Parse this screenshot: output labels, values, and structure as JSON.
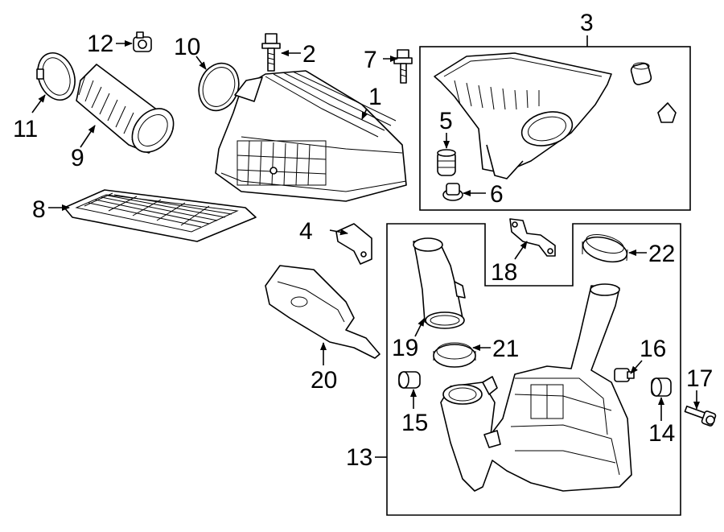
{
  "callouts": [
    {
      "id": "1",
      "text": "1"
    },
    {
      "id": "2",
      "text": "2"
    },
    {
      "id": "3",
      "text": "3"
    },
    {
      "id": "4",
      "text": "4"
    },
    {
      "id": "5",
      "text": "5"
    },
    {
      "id": "6",
      "text": "6"
    },
    {
      "id": "7",
      "text": "7"
    },
    {
      "id": "8",
      "text": "8"
    },
    {
      "id": "9",
      "text": "9"
    },
    {
      "id": "10",
      "text": "10"
    },
    {
      "id": "11",
      "text": "11"
    },
    {
      "id": "12",
      "text": "12"
    },
    {
      "id": "13",
      "text": "13"
    },
    {
      "id": "14",
      "text": "14"
    },
    {
      "id": "15",
      "text": "15"
    },
    {
      "id": "16",
      "text": "16"
    },
    {
      "id": "17",
      "text": "17"
    },
    {
      "id": "18",
      "text": "18"
    },
    {
      "id": "19",
      "text": "19"
    },
    {
      "id": "20",
      "text": "20"
    },
    {
      "id": "21",
      "text": "21"
    },
    {
      "id": "22",
      "text": "22"
    }
  ],
  "colors": {
    "line": "#000000",
    "background": "#ffffff"
  }
}
